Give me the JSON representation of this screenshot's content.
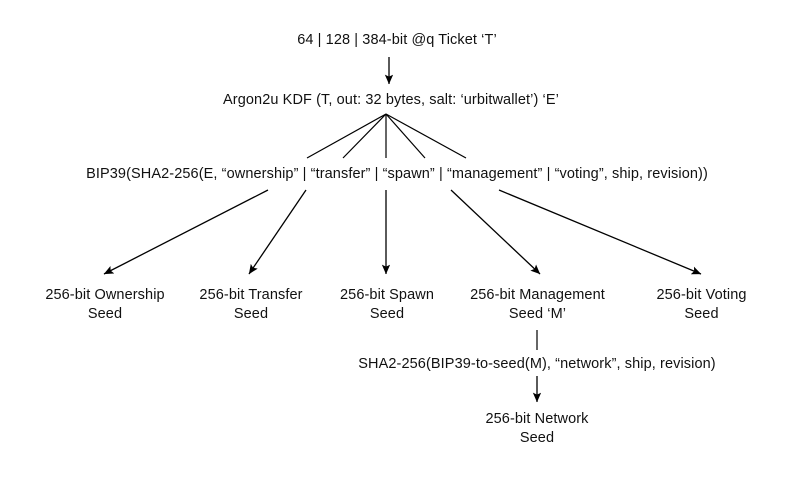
{
  "diagram": {
    "title_node": "64 | 128 | 384-bit @q Ticket ‘T’",
    "kdf_node": "Argon2u KDF (T, out: 32 bytes, salt: ‘urbitwallet’) ‘E’",
    "bip39_node": "BIP39(SHA2-256(E, “ownership” | “transfer” | “spawn” | “management” | “voting”, ship, revision))",
    "seeds": [
      {
        "line1": "256-bit Ownership",
        "line2": "Seed"
      },
      {
        "line1": "256-bit Transfer",
        "line2": "Seed"
      },
      {
        "line1": "256-bit Spawn",
        "line2": "Seed"
      },
      {
        "line1": "256-bit Management",
        "line2": "Seed ‘M’"
      },
      {
        "line1": "256-bit Voting",
        "line2": "Seed"
      }
    ],
    "network_derivation_node": "SHA2-256(BIP39-to-seed(M), “network”, ship, revision)",
    "network_seed": {
      "line1": "256-bit Network",
      "line2": "Seed"
    },
    "colors": {
      "background": "#ffffff",
      "text": "#111111",
      "stroke": "#000000"
    }
  }
}
